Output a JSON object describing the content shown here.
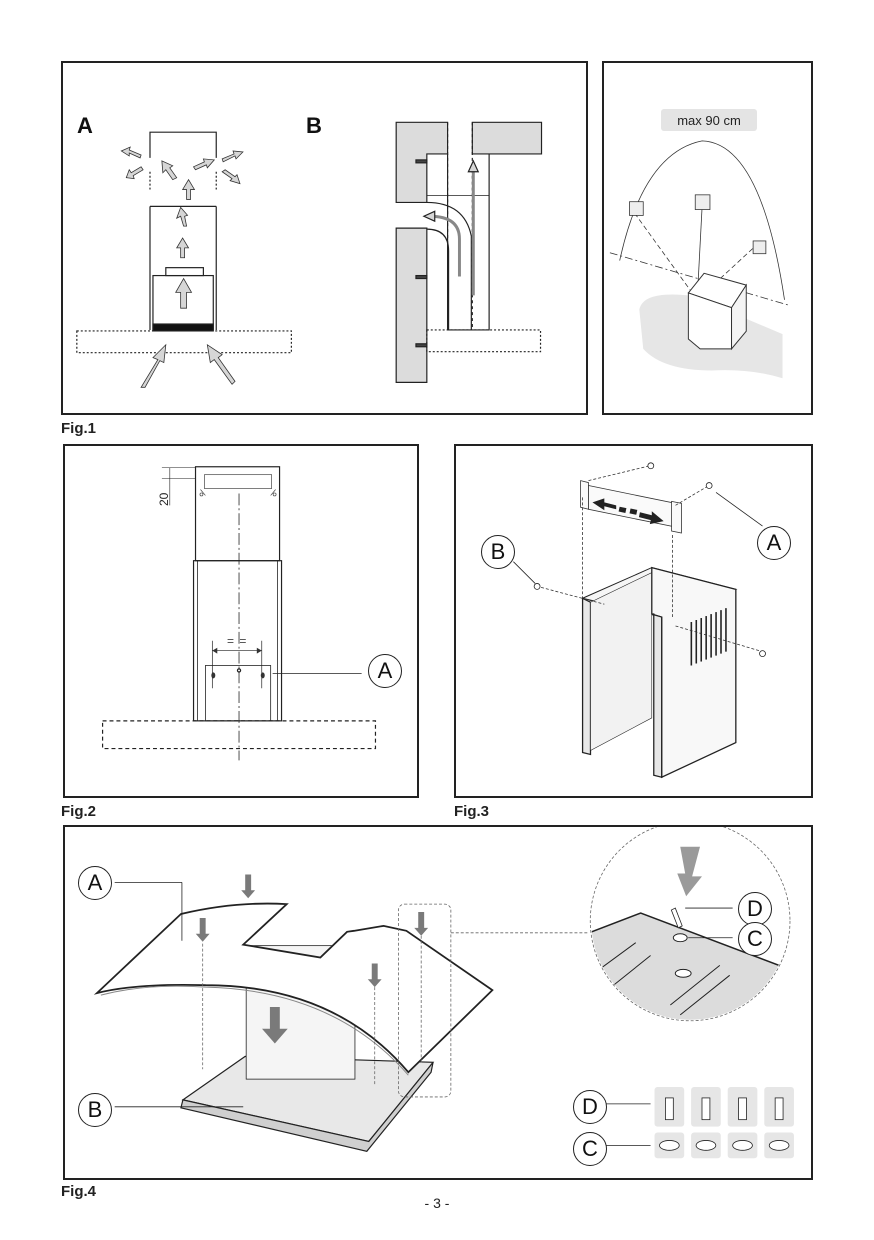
{
  "figures": {
    "fig1": {
      "label": "Fig.1",
      "sub_a": "A",
      "sub_b": "B",
      "max_distance": "max 90 cm"
    },
    "fig2": {
      "label": "Fig.2",
      "dimension": "20",
      "equal_marks": "= =",
      "callout_a": "A"
    },
    "fig3": {
      "label": "Fig.3",
      "callout_a": "A",
      "callout_b": "B"
    },
    "fig4": {
      "label": "Fig.4",
      "callout_a": "A",
      "callout_b": "B",
      "callout_d_detail": "D",
      "callout_c_detail": "C",
      "callout_d_parts": "D",
      "callout_c_parts": "C",
      "screw_count": "4",
      "washer_count": "4"
    }
  },
  "page_number": "- 3 -",
  "colors": {
    "border": "#222222",
    "wall_fill": "#dcdcdc",
    "arrow_fill": "#d6d6d6",
    "dark_arrow": "#7a7a7a"
  }
}
